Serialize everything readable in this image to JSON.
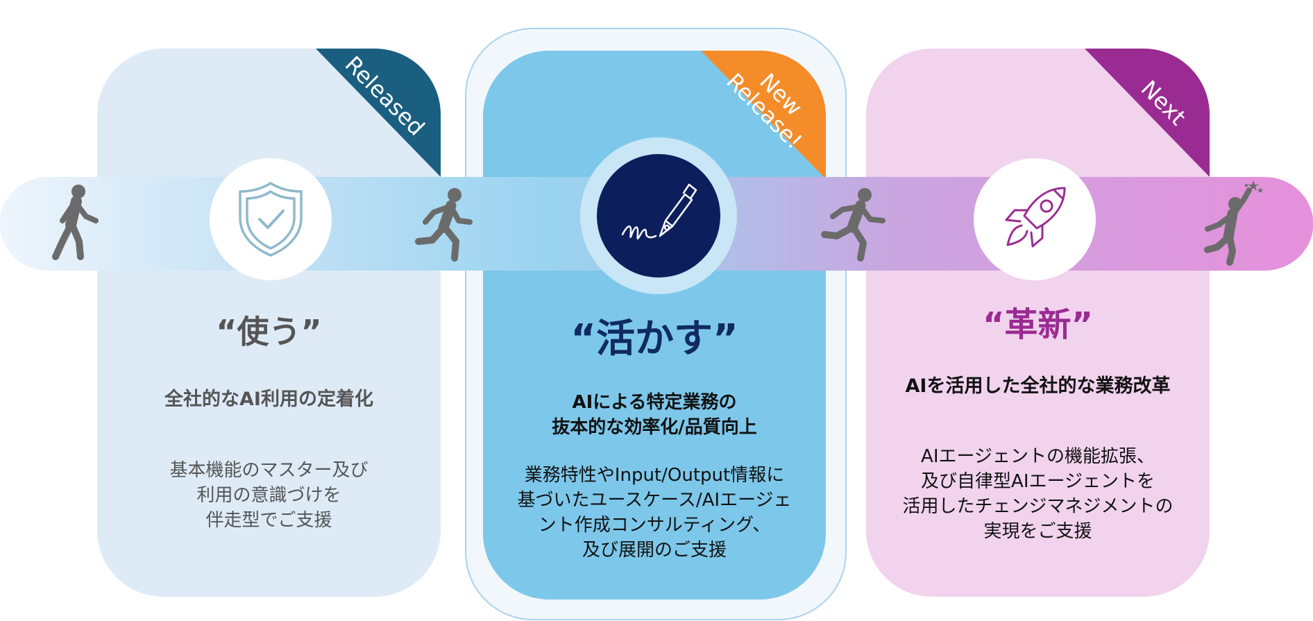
{
  "stages": [
    {
      "badge": "Released",
      "badge_color": "#1a5f80",
      "title": "“使う”",
      "title_color": "#555555",
      "subtitle": "全社的なAI利用の定着化",
      "subtitle_color": "#555555",
      "description": "基本機能のマスター及び\n利用の意識づけを\n伴走型でご支援",
      "icon": "shield-check-icon",
      "figure": "walking-person-icon"
    },
    {
      "badge": "New\nRelease!",
      "badge_color": "#f48c2a",
      "title": "“活かす”",
      "title_color": "#102a62",
      "subtitle": "AIによる特定業務の\n抜本的な効率化/品質向上",
      "subtitle_color": "#111111",
      "description": "業務特性やInput/Output情報に\n基づいたユースケース/AIエージェ\nント作成コンサルティング、\n及び展開のご支援",
      "icon": "fountain-pen-signature-icon",
      "figure": "running-person-icon"
    },
    {
      "badge": "Next",
      "badge_color": "#9a2b92",
      "title": "“革新”",
      "title_color": "#9a2b92",
      "subtitle": "AIを活用した全社的な業務改革",
      "subtitle_color": "#111111",
      "description": "AIエージェントの機能拡張、\n及び自律型AIエージェントを\n活用したチェンジマネジメントの\n実現をご支援",
      "icon": "rocket-icon",
      "figure": "reaching-star-person-icon"
    }
  ],
  "figures": [
    "walking-person-icon",
    "running-person-icon",
    "running-person-icon",
    "reaching-star-person-icon"
  ],
  "colors": {
    "card1_bg": "#deebf7",
    "card2_bg": "#7dc8ea",
    "card3_bg": "#f1d3ee",
    "band_start": "#e9f2fb",
    "band_mid": "#92d0ef",
    "band_end": "#e595dc",
    "figure_gray": "#6b6b6b"
  }
}
